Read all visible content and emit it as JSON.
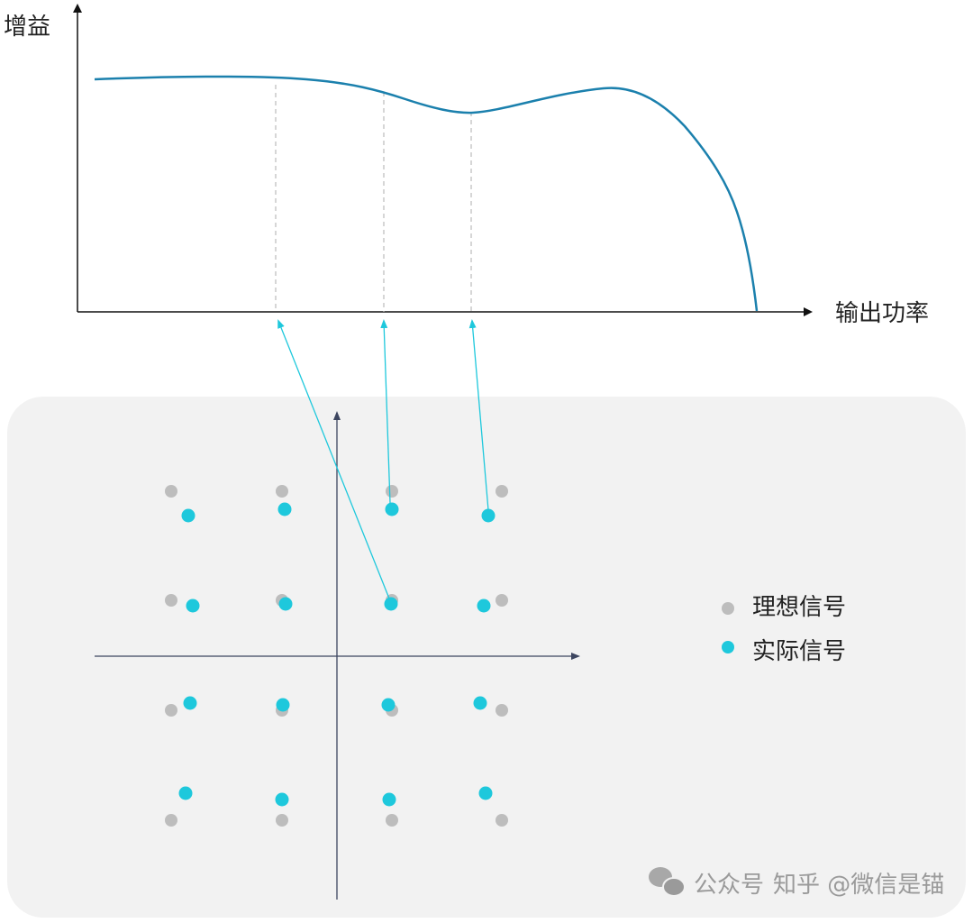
{
  "gain_chart": {
    "y_axis_label": "增益",
    "x_axis_label": "输出功率",
    "curve_color": "#1b80ad"
  },
  "constellation": {
    "ideal_color": "#bdbdbd",
    "actual_color": "#1ec8dc",
    "legend": [
      {
        "label": "理想信号",
        "color": "#bdbdbd"
      },
      {
        "label": "实际信号",
        "color": "#1ec8dc"
      }
    ]
  },
  "watermark": {
    "text1": "公众号",
    "text2": "知乎 @微信是锚",
    "icon": "wechat-icon"
  }
}
